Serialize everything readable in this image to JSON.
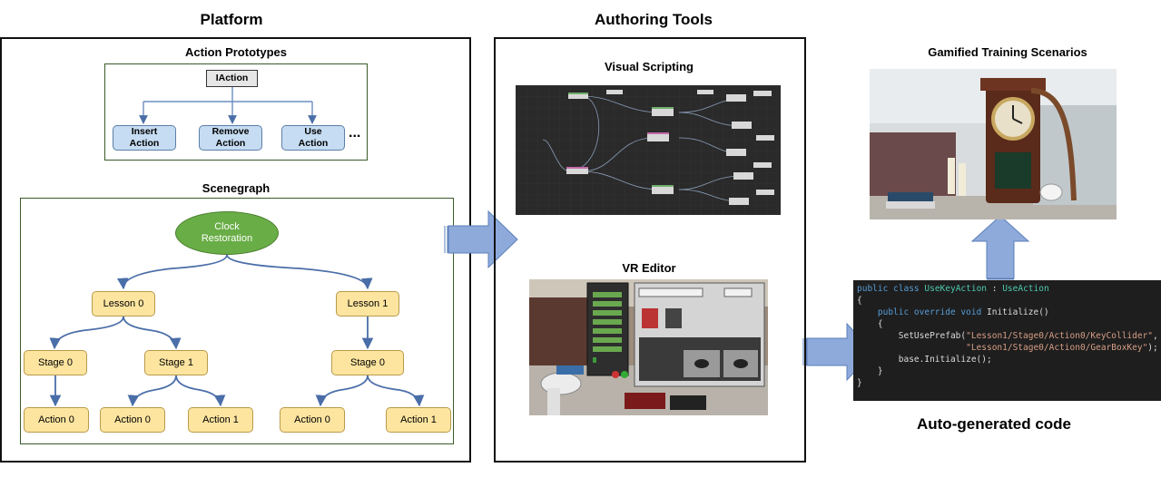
{
  "headings": {
    "platform": "Platform",
    "authoring_tools": "Authoring Tools",
    "gamified": "Gamified Training Scenarios",
    "auto_code": "Auto-generated code"
  },
  "platform": {
    "action_prototypes": {
      "title": "Action Prototypes",
      "root": "IAction",
      "children": [
        "Insert\nAction",
        "Remove\nAction",
        "Use\nAction"
      ],
      "more": "..."
    },
    "scenegraph": {
      "title": "Scenegraph",
      "root": "Clock\nRestoration",
      "lessons": [
        "Lesson 0",
        "Lesson 1"
      ],
      "stages": [
        "Stage 0",
        "Stage 1",
        "Stage 0"
      ],
      "actions": [
        "Action 0",
        "Action 0",
        "Action 1",
        "Action 0",
        "Action 1"
      ]
    }
  },
  "authoring": {
    "visual_scripting": "Visual Scripting",
    "vr_editor": "VR Editor"
  },
  "code": {
    "line1_kw": "public class",
    "line1_name": "UseKeyAction",
    "line1_sep": " : ",
    "line1_base": "UseAction",
    "open1": "{",
    "line2_kw": "public override void",
    "line2_rest": " Initialize()",
    "open2": "{",
    "line3_call": "SetUsePrefab(",
    "line3_arg1": "\"Lesson1/Stage0/Action0/KeyCollider\"",
    "line3_comma": ",",
    "line4_arg2": "\"Lesson1/Stage0/Action0/GearBoxKey\"",
    "line4_end": ");",
    "line5": "base.Initialize();",
    "close2": "}",
    "close1": "}"
  },
  "colors": {
    "proto_fill": "#c6dcf2",
    "node_fill": "#fde5a0",
    "root_fill": "#69ad46",
    "arrow_fill": "#8eaadb",
    "line": "#4a6ea8"
  }
}
